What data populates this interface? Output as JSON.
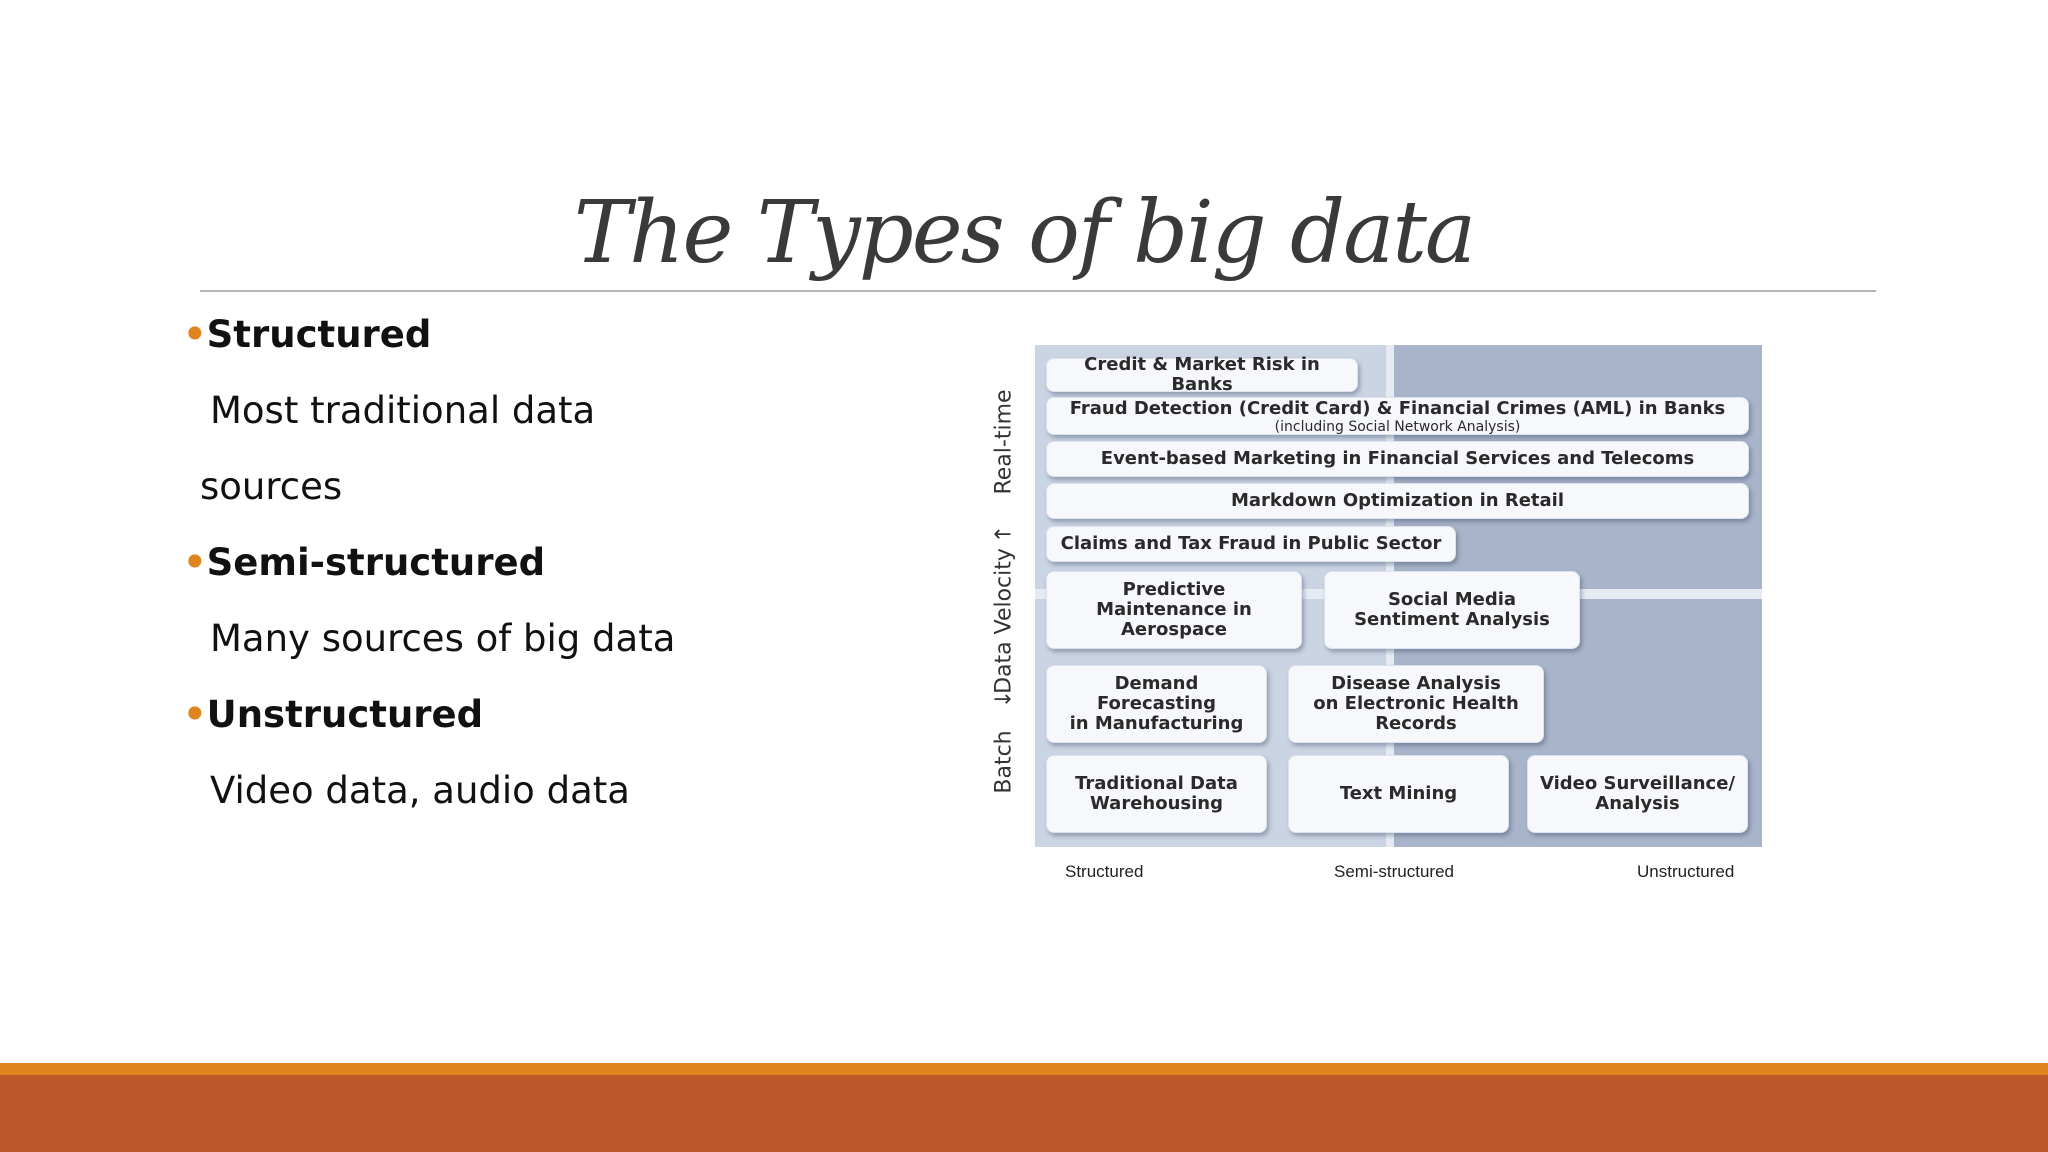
{
  "title": "The Types of big data",
  "bullets": [
    {
      "heading": "Structured",
      "lines": [
        "Most traditional data",
        "sources"
      ]
    },
    {
      "heading": "Semi-structured",
      "lines": [
        "Many sources of big data"
      ]
    },
    {
      "heading": "Unstructured",
      "lines": [
        "Video data, audio data"
      ]
    }
  ],
  "bullet_marker": "•",
  "figure": {
    "y_axis": {
      "real_time": "Real-time",
      "arrow_up": "↑",
      "data_velocity": "Data Velocity",
      "arrow_down": "↓",
      "batch": "Batch"
    },
    "x_axis": [
      "Structured",
      "Semi-structured",
      "Unstructured"
    ],
    "boxes": [
      {
        "id": "credit",
        "text": "Credit & Market Risk in Banks"
      },
      {
        "id": "fraud",
        "text": "Fraud Detection (Credit Card) & Financial Crimes (AML) in Banks",
        "sub": "(including Social Network Analysis)"
      },
      {
        "id": "event",
        "text": "Event-based Marketing in Financial Services and Telecoms"
      },
      {
        "id": "markdown",
        "text": "Markdown Optimization in Retail"
      },
      {
        "id": "claims",
        "text": "Claims and Tax Fraud in Public Sector"
      },
      {
        "id": "predictive",
        "text": "Predictive\nMaintenance in\nAerospace"
      },
      {
        "id": "social",
        "text": "Social Media\nSentiment Analysis"
      },
      {
        "id": "demand",
        "text": "Demand Forecasting\nin Manufacturing"
      },
      {
        "id": "disease",
        "text": "Disease Analysis\non Electronic Health\nRecords"
      },
      {
        "id": "traditional",
        "text": "Traditional Data\nWarehousing"
      },
      {
        "id": "textmining",
        "text": "Text Mining"
      },
      {
        "id": "video",
        "text": "Video Surveillance/\nAnalysis"
      }
    ]
  },
  "colors": {
    "accent_orange": "#e0841f",
    "footer_rust": "#bc5729",
    "panel": "#a8b4c9"
  }
}
